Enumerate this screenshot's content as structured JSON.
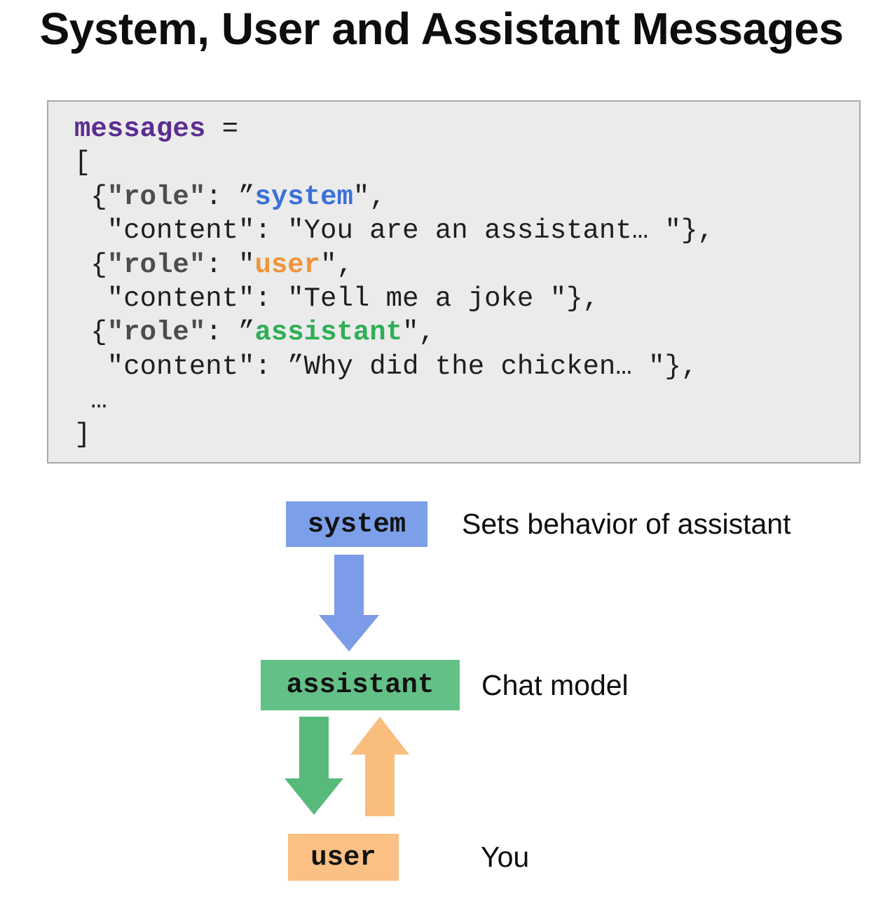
{
  "title": "System, User and Assistant Messages",
  "colors": {
    "page_bg": "#FFFFFF",
    "code_bg": "#EBEBEB",
    "code_border": "#A9A9A9",
    "code_text": "#1E1E1E",
    "code_key_gray": "#4D4D4D",
    "code_purple": "#5C2D91",
    "code_blue": "#3B70D6",
    "code_orange": "#F0943C",
    "code_green": "#2FAE55",
    "box_blue": "#7C9FE9",
    "box_green": "#63C187",
    "box_orange": "#FBC083",
    "arrow_blue": "#7C9BE8",
    "arrow_green": "#57BA7B",
    "arrow_orange": "#F9BD7D"
  },
  "code": {
    "lines": [
      [
        {
          "t": "messages",
          "c": "purple"
        },
        {
          "t": " =",
          "c": "plain"
        }
      ],
      [
        {
          "t": "[",
          "c": "plain"
        }
      ],
      [
        {
          "t": " {",
          "c": "plain"
        },
        {
          "t": "\"role\"",
          "c": "key"
        },
        {
          "t": ": ”",
          "c": "plain"
        },
        {
          "t": "system",
          "c": "blue"
        },
        {
          "t": "\",",
          "c": "plain"
        }
      ],
      [
        {
          "t": "  \"content\": \"You are an assistant… \"},",
          "c": "plain"
        }
      ],
      [
        {
          "t": " {",
          "c": "plain"
        },
        {
          "t": "\"role\"",
          "c": "key"
        },
        {
          "t": ": \"",
          "c": "plain"
        },
        {
          "t": "user",
          "c": "orange"
        },
        {
          "t": "\",",
          "c": "plain"
        }
      ],
      [
        {
          "t": "  \"content\": \"Tell me a joke \"},",
          "c": "plain"
        }
      ],
      [
        {
          "t": " {",
          "c": "plain"
        },
        {
          "t": "\"role\"",
          "c": "key"
        },
        {
          "t": ": ”",
          "c": "plain"
        },
        {
          "t": "assistant",
          "c": "green"
        },
        {
          "t": "\",",
          "c": "plain"
        }
      ],
      [
        {
          "t": "  \"content\": ”Why did the chicken… \"},",
          "c": "plain"
        }
      ],
      [
        {
          "t": " …",
          "c": "plain"
        }
      ],
      [
        {
          "t": "]",
          "c": "plain"
        }
      ]
    ]
  },
  "diagram": {
    "nodes": [
      {
        "id": "system",
        "label": "system",
        "description": "Sets behavior of assistant"
      },
      {
        "id": "assistant",
        "label": "assistant",
        "description": "Chat model"
      },
      {
        "id": "user",
        "label": "user",
        "description": "You"
      }
    ],
    "arrows": [
      {
        "from": "system",
        "to": "assistant",
        "direction": "down",
        "color": "blue"
      },
      {
        "from": "assistant",
        "to": "user",
        "direction": "down",
        "color": "green"
      },
      {
        "from": "user",
        "to": "assistant",
        "direction": "up",
        "color": "orange"
      }
    ]
  }
}
